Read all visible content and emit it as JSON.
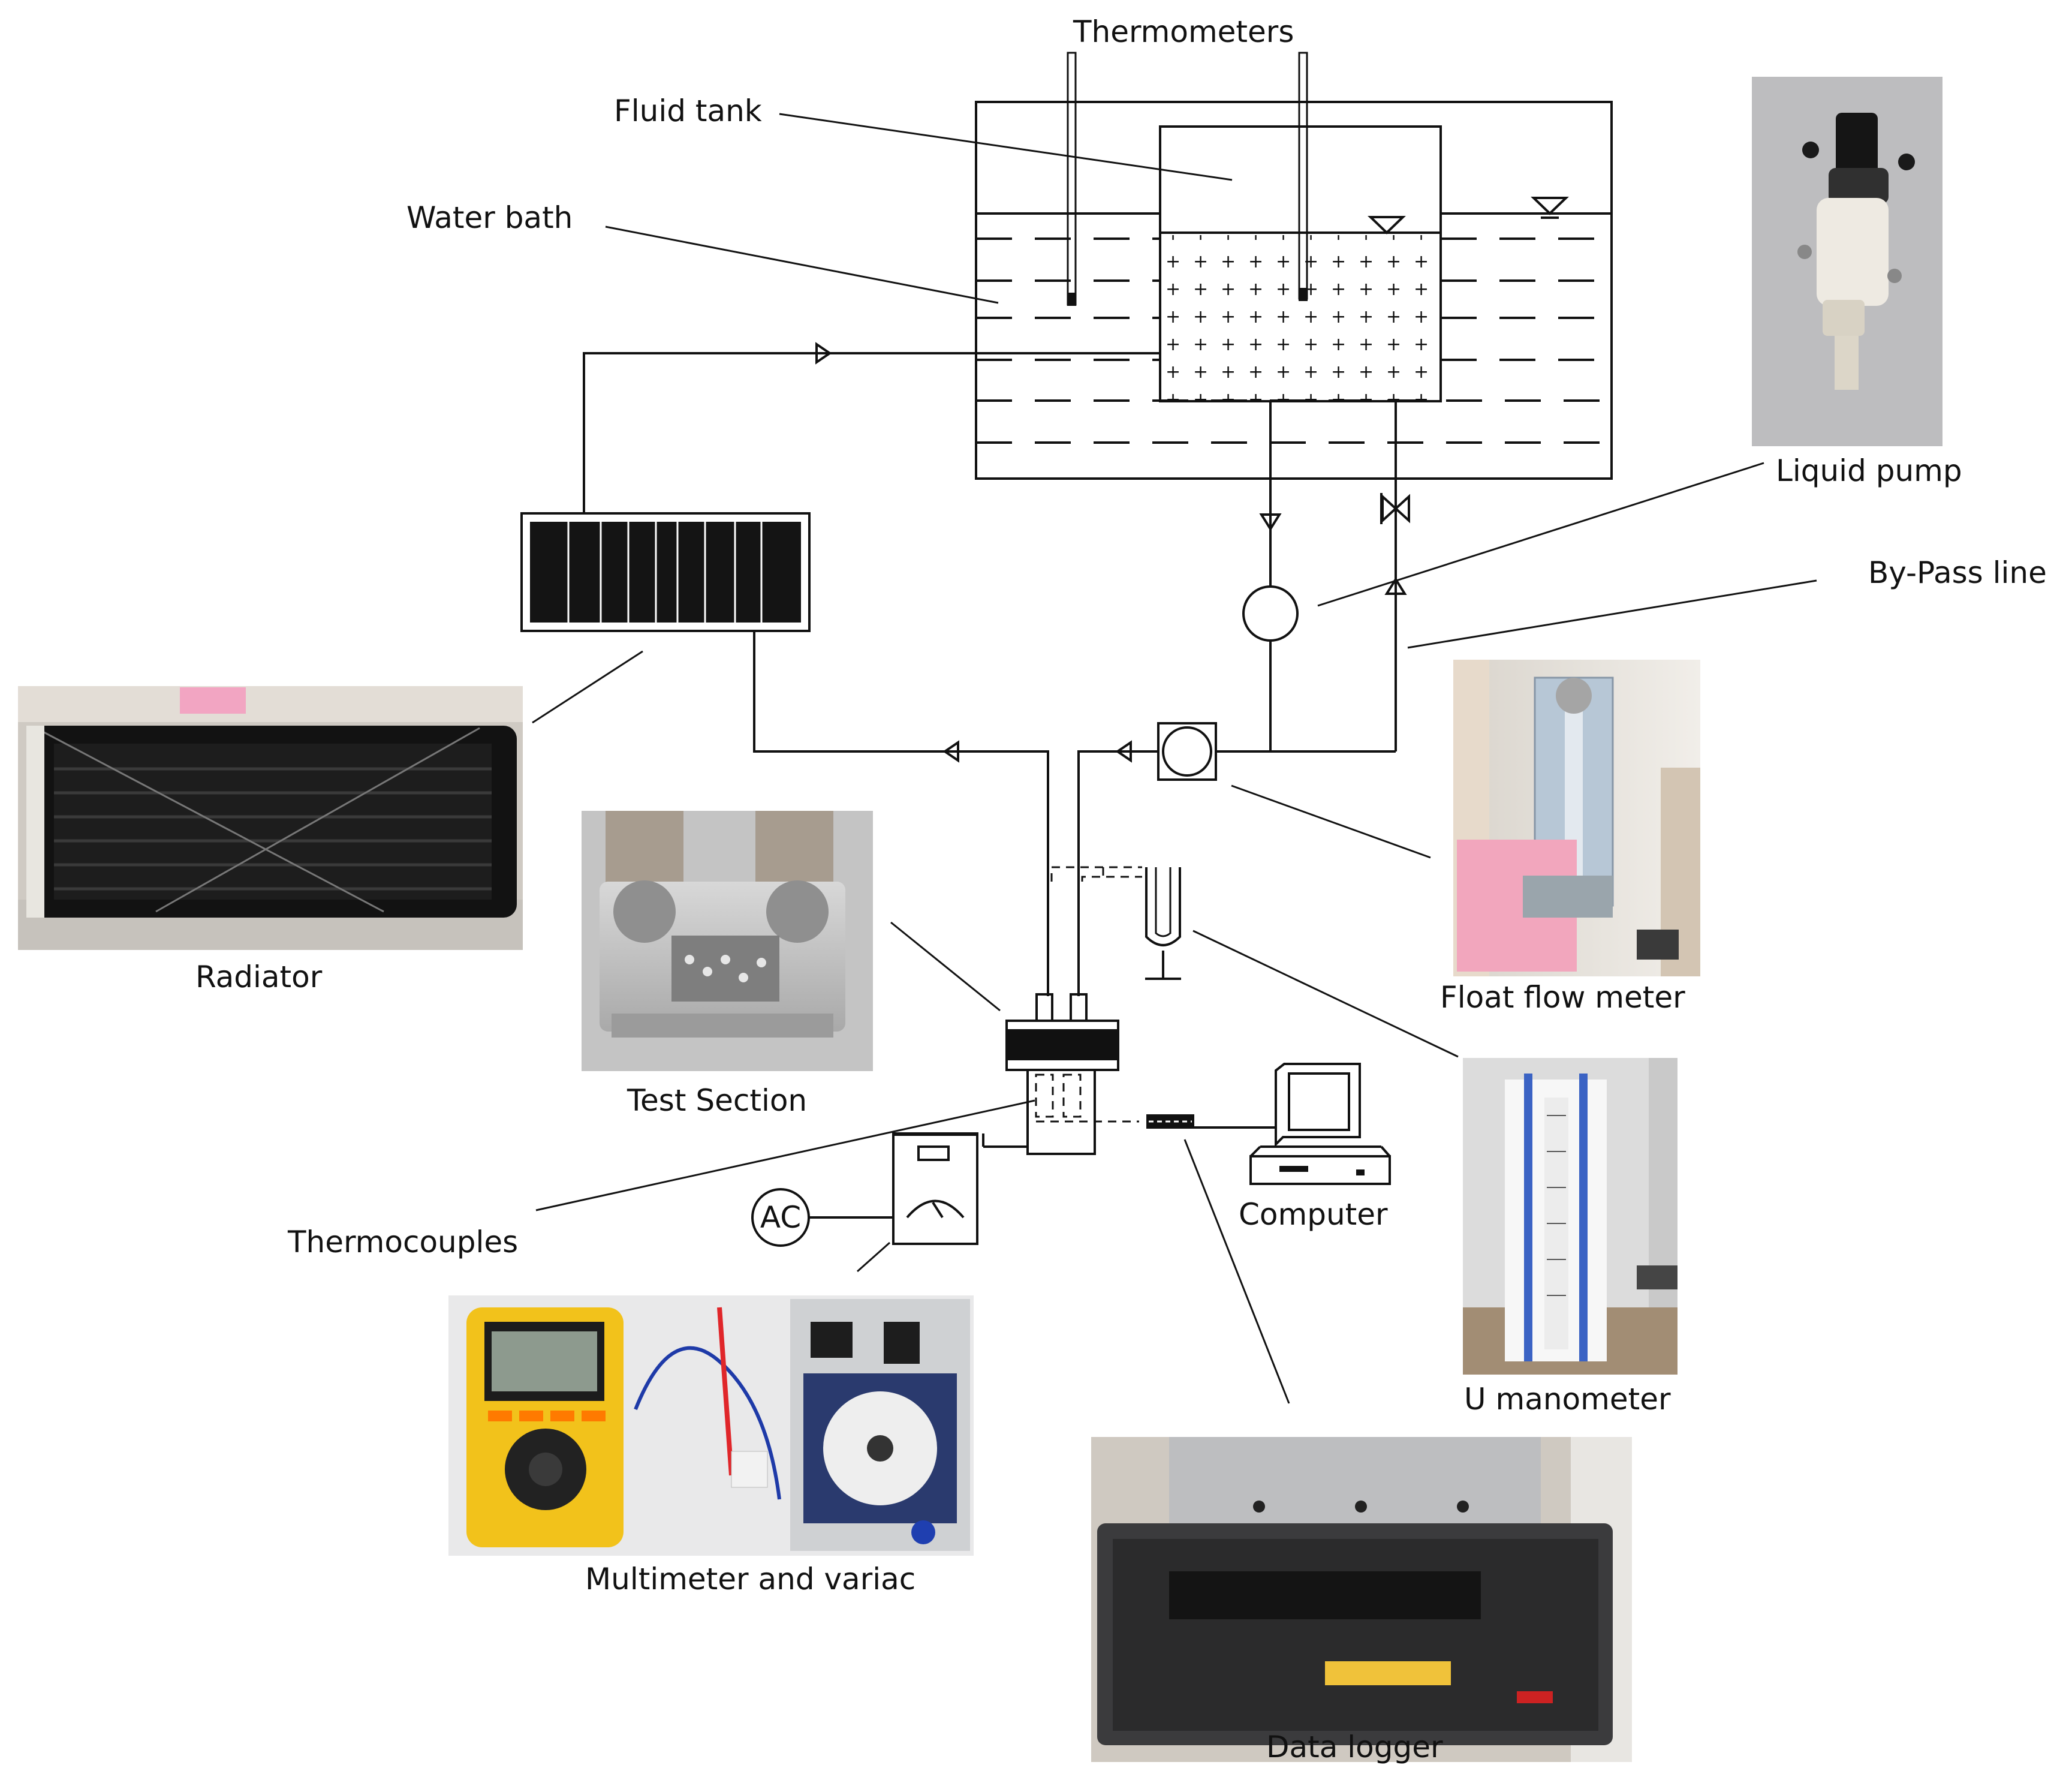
{
  "labels": {
    "thermometers": "Thermometers",
    "fluid_tank": "Fluid tank",
    "water_bath": "Water bath",
    "liquid_pump": "Liquid pump",
    "bypass_line": "By-Pass line",
    "radiator": "Radiator",
    "float_flow_meter": "Float flow meter",
    "test_section": "Test Section",
    "thermocouples": "Thermocouples",
    "computer": "Computer",
    "u_manometer": "U manometer",
    "multimeter_variac": "Multimeter and variac",
    "data_logger": "Data logger",
    "ac_source": "AC"
  },
  "photos": [
    {
      "name": "liquid-pump-photo",
      "depicts": "liquid pump"
    },
    {
      "name": "radiator-photo",
      "depicts": "radiator"
    },
    {
      "name": "test-section-photo",
      "depicts": "test section"
    },
    {
      "name": "float-flow-meter-photo",
      "depicts": "float flow meter"
    },
    {
      "name": "u-manometer-photo",
      "depicts": "U manometer"
    },
    {
      "name": "multimeter-variac-photo",
      "depicts": "multimeter and variac"
    },
    {
      "name": "data-logger-photo",
      "depicts": "data logger"
    }
  ],
  "colors": {
    "line": "#111111",
    "radiator_panel": "#141414",
    "multimeter_body": "#f2c21b",
    "manometer_liquid": "#3b63c4"
  }
}
